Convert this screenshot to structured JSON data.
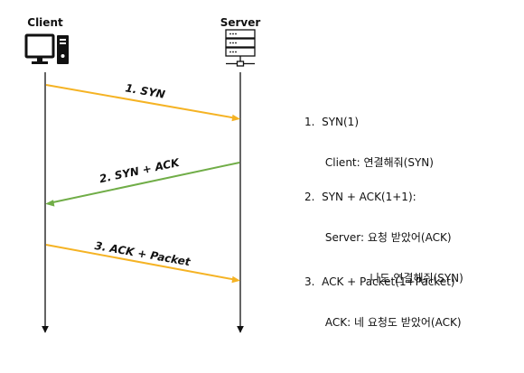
{
  "actors": {
    "client": "Client",
    "server": "Server"
  },
  "messages": [
    {
      "label": "1. SYN",
      "direction": "client-to-server",
      "color": "#f5b324"
    },
    {
      "label": "2. SYN + ACK",
      "direction": "server-to-client",
      "color": "#70ad47"
    },
    {
      "label": "3. ACK + Packet",
      "direction": "client-to-server",
      "color": "#f5b324"
    }
  ],
  "notes": [
    {
      "lines": [
        "1.  SYN(1)",
        "      Client: 연결해줘(SYN)"
      ]
    },
    {
      "lines": [
        "2.  SYN + ACK(1+1):",
        "      Server: 요청 받았어(ACK)",
        "                   나도 연결해줘(SYN)"
      ]
    },
    {
      "lines": [
        "3.  ACK + Packet(1+Packet)",
        "      ACK: 네 요청도 받았어(ACK)"
      ]
    }
  ],
  "icons": {
    "client": "computer-icon",
    "server": "server-icon"
  }
}
